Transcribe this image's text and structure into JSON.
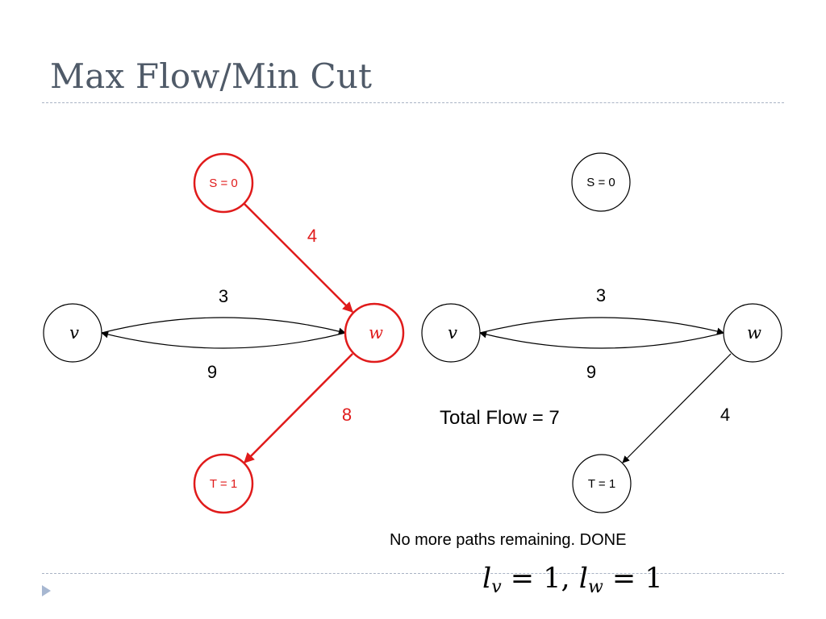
{
  "slide": {
    "title": "Max Flow/Min Cut"
  },
  "left_graph": {
    "nodes": {
      "s": "S = 0",
      "v": "v",
      "w": "w",
      "t": "T = 1"
    },
    "edges": {
      "s_w": "4",
      "v_w": "3",
      "w_v": "9",
      "w_t": "8"
    },
    "highlight_color": "#e01b1b"
  },
  "right_graph": {
    "nodes": {
      "s": "S = 0",
      "v": "v",
      "w": "w",
      "t": "T = 1"
    },
    "edges": {
      "v_w": "3",
      "w_v": "9",
      "w_t": "4"
    }
  },
  "captions": {
    "total_flow": "Total Flow = 7",
    "done": "No more paths remaining. DONE",
    "formula": {
      "l1": "l",
      "sub1": "v",
      "eq1": " = 1, ",
      "l2": "l",
      "sub2": "w",
      "eq2": " = 1"
    }
  },
  "icons": {
    "bullet": "triangle-bullet-icon"
  }
}
